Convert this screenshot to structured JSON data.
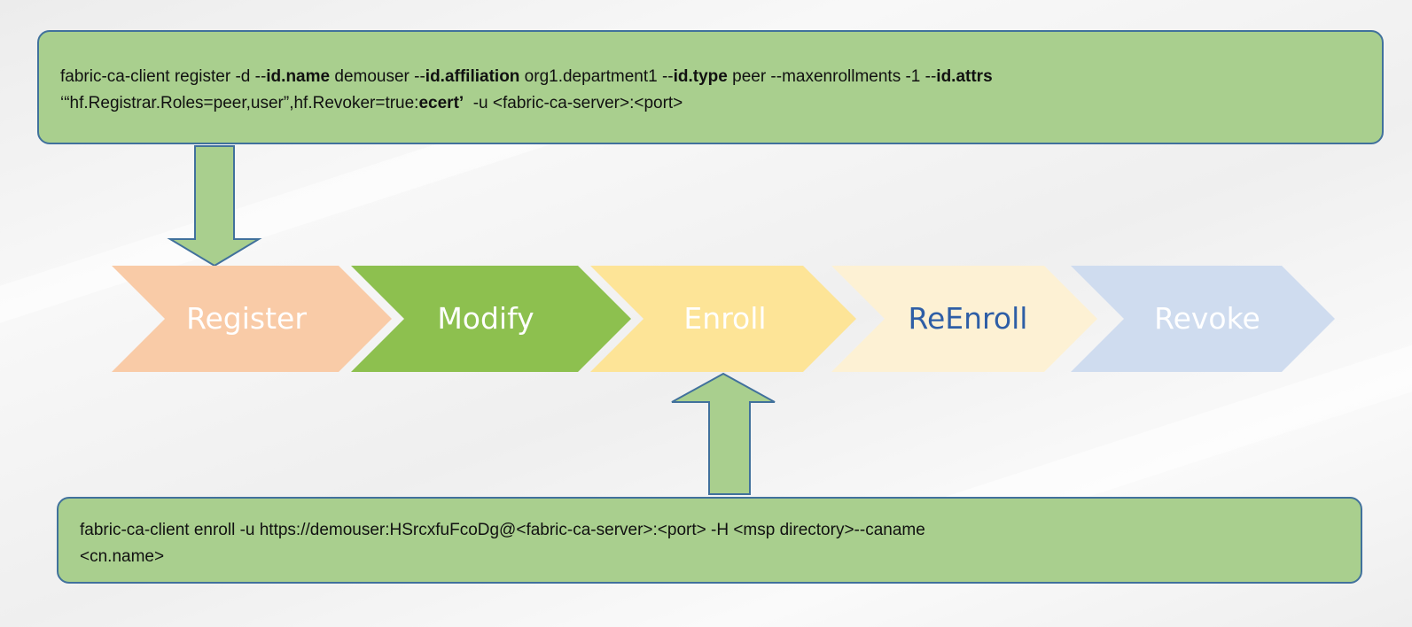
{
  "top_command": {
    "line1": [
      {
        "text": "fabric-ca-client register -d --",
        "bold": false
      },
      {
        "text": "id.name",
        "bold": true
      },
      {
        "text": " demouser --",
        "bold": false
      },
      {
        "text": "id.affiliation",
        "bold": true
      },
      {
        "text": " org1.department1 --",
        "bold": false
      },
      {
        "text": "id.type",
        "bold": true
      },
      {
        "text": " peer --maxenrollments -1 --",
        "bold": false
      },
      {
        "text": "id.attrs",
        "bold": true
      }
    ],
    "line2": [
      {
        "text": "‘“hf.Registrar.Roles=peer,user”,hf.Revoker=true:",
        "bold": false
      },
      {
        "text": "ecert’",
        "bold": true
      },
      {
        "text": "  -u <fabric-ca-server>:<port>",
        "bold": false
      }
    ]
  },
  "bottom_command": {
    "line1": "fabric-ca-client enroll -u https://demouser:HSrcxfuFcoDg@<fabric-ca-server>:<port> -H <msp directory>--caname",
    "line2": "<cn.name>"
  },
  "steps": [
    {
      "label": "Register",
      "fill": "#f9cba7",
      "text_color": "#ffffff"
    },
    {
      "label": "Modify",
      "fill": "#8dc04f",
      "text_color": "#ffffff"
    },
    {
      "label": "Enroll",
      "fill": "#fde497",
      "text_color": "#ffffff"
    },
    {
      "label": "ReEnroll",
      "fill": "#fdf1d4",
      "text_color": "#2e5ea6"
    },
    {
      "label": "Revoke",
      "fill": "#cfdcef",
      "text_color": "#ffffff"
    }
  ],
  "colors": {
    "box_fill": "#a9cf8e",
    "box_border": "#41719c",
    "arrow_fill": "#a9cf8e",
    "arrow_border": "#41719c"
  }
}
